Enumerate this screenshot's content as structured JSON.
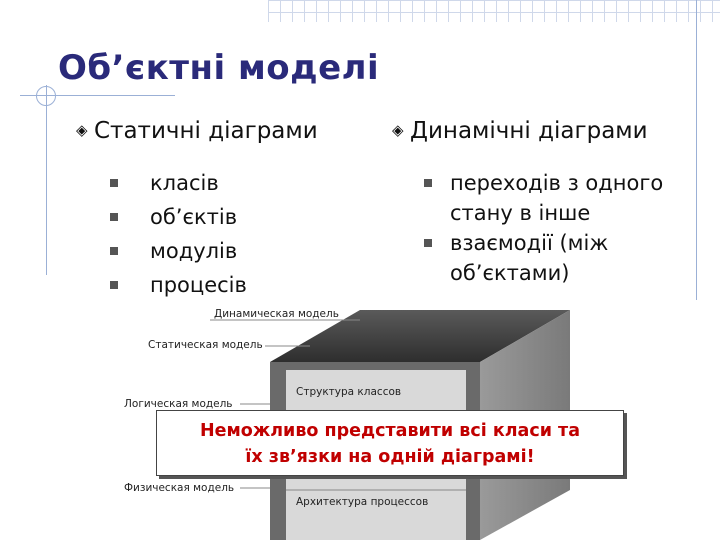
{
  "slide": {
    "title": "Об’єктні моделі",
    "left_column": {
      "heading": "Статичні діаграми",
      "items": [
        "класів",
        "об’єктів",
        "модулів",
        "процесів"
      ]
    },
    "right_column": {
      "heading": "Динамічні діаграми",
      "items": [
        "переходів з одного стану в інше",
        "взаємодії (між об’єктами)"
      ]
    },
    "diagram": {
      "labels": {
        "dynamic_model": "Динамическая модель",
        "static_model": "Статическая модель",
        "logical_model": "Логическая модель",
        "physical_model": "Физическая модель",
        "class_structure": "Структура классов",
        "process_architecture": "Архитектура процессов"
      }
    },
    "callout": {
      "line1": "Неможливо представити всі класи та",
      "line2": "їх зв’язки на одній діаграмі!"
    }
  },
  "colors": {
    "title": "#2a2a7a",
    "callout_text": "#c00000",
    "decor_lines": "#9bb0d6"
  },
  "icons": {
    "heading_bullet": "diamond-bullet-icon",
    "list_bullet": "square-bullet-icon"
  }
}
